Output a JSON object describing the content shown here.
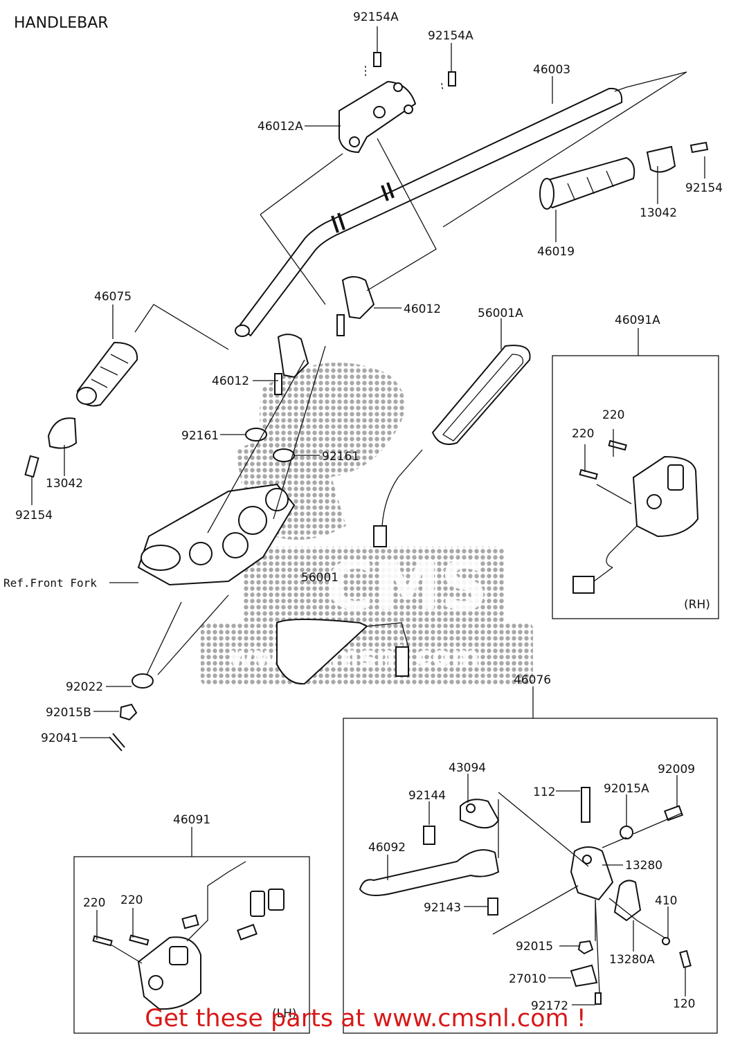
{
  "title": "HANDLEBAR",
  "footer": "Get these parts at www.cmsnl.com !",
  "watermark": "CMS www.cmsnl.com",
  "colors": {
    "footer": "#d81818",
    "ink": "#111111",
    "watermark": "#9a9a9a"
  },
  "callouts": [
    "92154A",
    "92154A",
    "46003",
    "46012A",
    "92154",
    "13042",
    "46019",
    "46075",
    "46012",
    "46012",
    "56001A",
    "46091A",
    "92161",
    "92161",
    "220",
    "220",
    "13042",
    "92154",
    "Ref.Front Fork",
    "56001",
    "(RH)",
    "92022",
    "92015B",
    "92041",
    "46076",
    "43094",
    "92144",
    "112",
    "92015A",
    "92009",
    "46092",
    "13280",
    "92143",
    "410",
    "92015",
    "13280A",
    "27010",
    "120",
    "92172",
    "46091",
    "220",
    "220",
    "(LH)"
  ]
}
